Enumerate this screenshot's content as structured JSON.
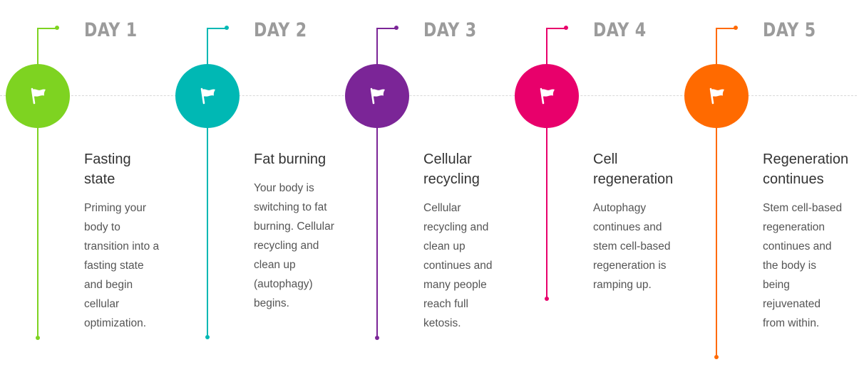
{
  "steps": [
    {
      "day": "DAY 1",
      "title": "Fasting state",
      "description": "Priming your body to transition into a fasting state and begin cellular optimization.",
      "color": "#7ed321",
      "icon": "flag-icon"
    },
    {
      "day": "DAY 2",
      "title": "Fat burning",
      "description": "Your body is switching to fat burning. Cellular recycling and clean up (autophagy) begins.",
      "color": "#00b8b4",
      "icon": "flag-icon"
    },
    {
      "day": "DAY 3",
      "title": "Cellular recycling",
      "description": "Cellular recycling and clean up continues and many people reach full ketosis.",
      "color": "#7b2597",
      "icon": "flag-icon"
    },
    {
      "day": "DAY 4",
      "title": "Cell regeneration",
      "description": "Autophagy continues and stem cell-based regeneration is ramping up.",
      "color": "#e8006b",
      "icon": "flag-icon"
    },
    {
      "day": "DAY 5",
      "title": "Regeneration continues",
      "description": "Stem cell-based regeneration continues and the body is being rejuvenated from within.",
      "color": "#ff6a00",
      "icon": "flag-icon"
    }
  ]
}
